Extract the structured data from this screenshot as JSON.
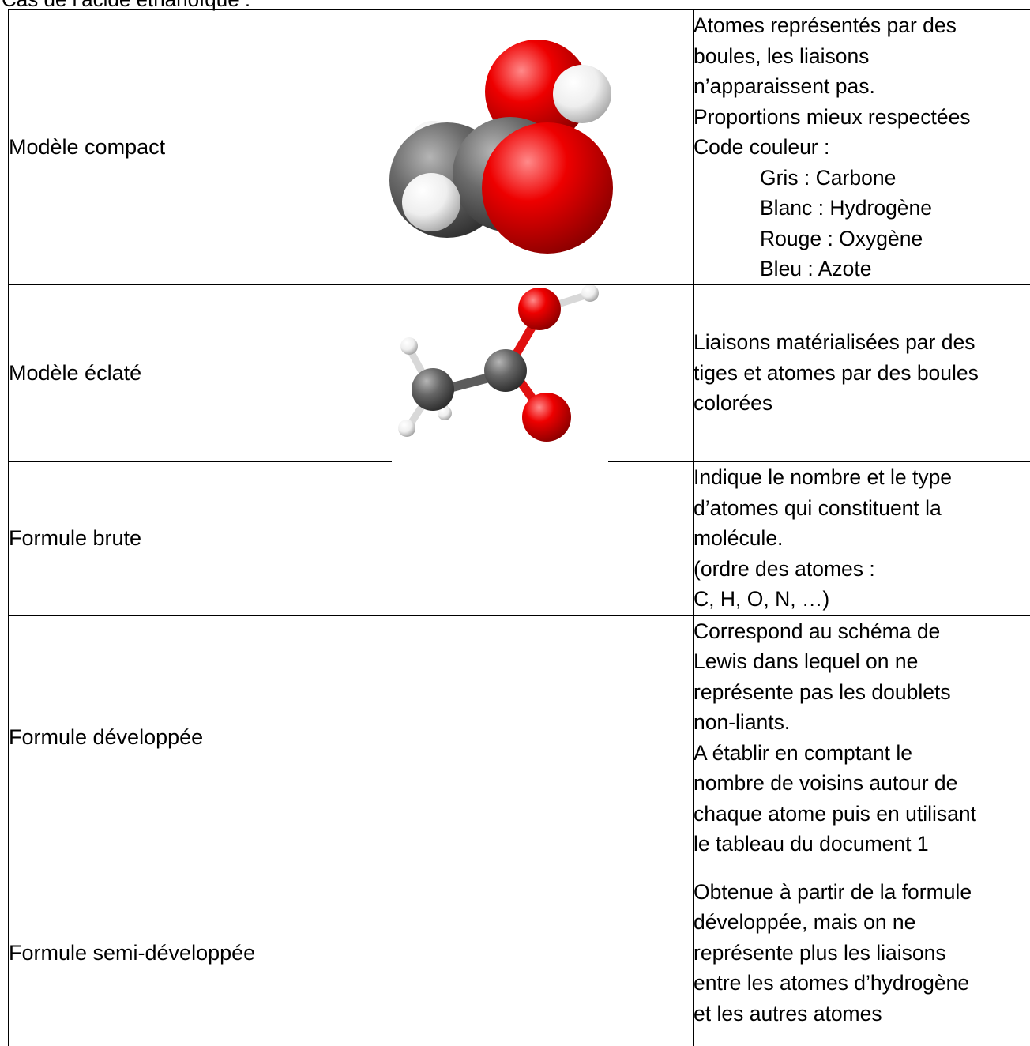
{
  "intro": "Cas de l’acide éthanoïque :",
  "rows": [
    {
      "label": "Modèle compact",
      "image": "space-filling-molecule-model",
      "desc": [
        "Atomes représentés par des",
        "boules, les liaisons",
        "n’apparaissent pas.",
        "Proportions mieux respectées",
        "Code couleur :"
      ],
      "legend": [
        "Gris : Carbone",
        "Blanc : Hydrogène",
        "Rouge : Oxygène",
        "Bleu : Azote"
      ]
    },
    {
      "label": "Modèle éclaté",
      "image": "ball-and-stick-molecule-model",
      "desc": [
        "Liaisons matérialisées par des",
        "tiges et atomes par des boules",
        "colorées"
      ]
    },
    {
      "label": "Formule brute",
      "desc": [
        "Indique le nombre et le type",
        "d’atomes qui constituent la",
        "molécule.",
        "(ordre des atomes :",
        "C, H, O, N, …)"
      ]
    },
    {
      "label": "Formule développée",
      "desc": [
        "Correspond au schéma de",
        "Lewis dans lequel on ne",
        "représente pas les doublets",
        "non-liants.",
        "A établir en comptant le",
        "nombre de voisins autour de",
        "chaque atome puis en utilisant",
        "le tableau du document 1"
      ]
    },
    {
      "label": "Formule semi-développée",
      "desc": [
        "Obtenue à partir de la formule",
        "développée, mais on ne",
        "représente plus les liaisons",
        "entre les atomes d’hydrogène",
        "et les autres atomes"
      ]
    }
  ],
  "colors": {
    "carbon": "#5a5a5a",
    "hydrogen": "#f2f2f2",
    "oxygen": "#e80000"
  }
}
